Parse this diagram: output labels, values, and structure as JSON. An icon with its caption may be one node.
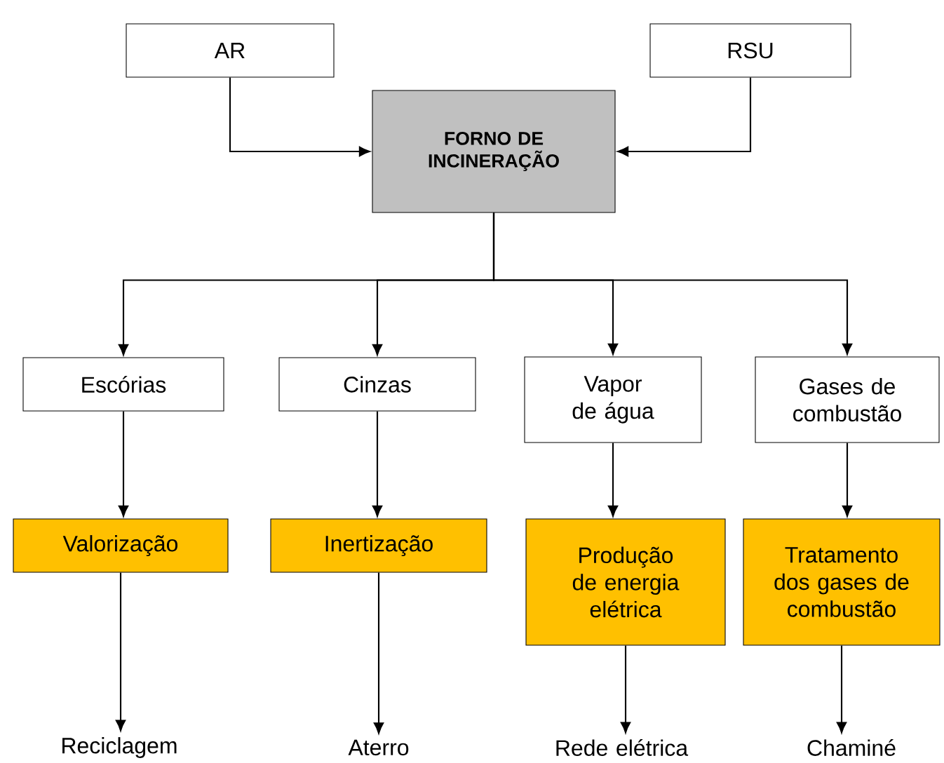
{
  "diagram": {
    "nodes": [
      {
        "text": [
          "AR"
        ]
      },
      {
        "text": [
          "RSU"
        ]
      },
      {
        "text": [
          "FORNO DE INCINERAÇÃO"
        ]
      },
      {
        "text": [
          "Escórias"
        ]
      },
      {
        "text": [
          "Cinzas"
        ]
      },
      {
        "text": [
          "Vapor de água"
        ]
      },
      {
        "text": [
          "Gases de combustão"
        ]
      },
      {
        "text": [
          "Valorização"
        ]
      },
      {
        "text": [
          "Inertização"
        ]
      },
      {
        "text": [
          "Produção de energia elétrica"
        ]
      },
      {
        "text": [
          "Tratamento dos gases de combustão"
        ]
      },
      {
        "text": [
          "Reciclagem"
        ]
      },
      {
        "text": [
          "Aterro"
        ]
      },
      {
        "text": [
          "Rede elétrica"
        ]
      },
      {
        "text": [
          "Chaminé"
        ]
      }
    ],
    "edges": [
      {
        "from": 0,
        "to": 2,
        "arrow": "to"
      },
      {
        "from": 1,
        "to": 2,
        "arrow": "to"
      },
      {
        "from": 2,
        "to": 3,
        "arrow": "to"
      },
      {
        "from": 2,
        "to": 4,
        "arrow": "to"
      },
      {
        "from": 2,
        "to": 5,
        "arrow": "to"
      },
      {
        "from": 2,
        "to": 6,
        "arrow": "to"
      },
      {
        "from": 3,
        "to": 7,
        "arrow": "to"
      },
      {
        "from": 4,
        "to": 8,
        "arrow": "to"
      },
      {
        "from": 5,
        "to": 9,
        "arrow": "to"
      },
      {
        "from": 6,
        "to": 10,
        "arrow": "to"
      },
      {
        "from": 7,
        "to": 11,
        "arrow": "to"
      },
      {
        "from": 8,
        "to": 12,
        "arrow": "to"
      },
      {
        "from": 9,
        "to": 13,
        "arrow": "to"
      },
      {
        "from": 10,
        "to": 14,
        "arrow": "to"
      }
    ]
  }
}
